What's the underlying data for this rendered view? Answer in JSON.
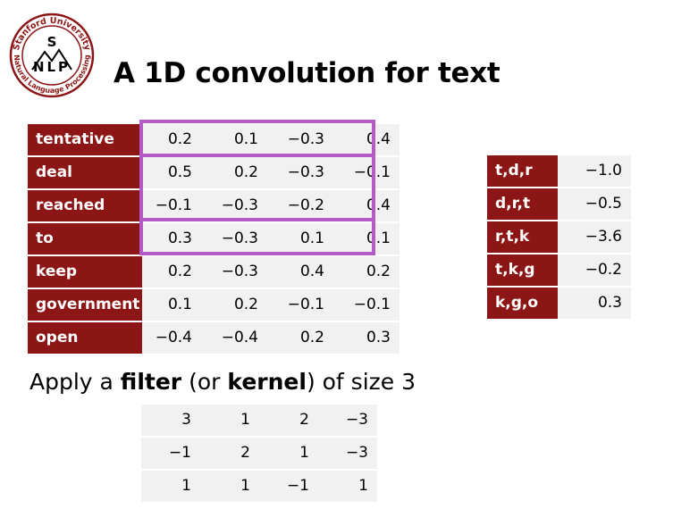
{
  "title": "A 1D convolution for text",
  "logo": {
    "arc_text": "Stanford University",
    "letter": "S",
    "mark": "NLP",
    "ring_text": "Natural Language Processing"
  },
  "embeddings": [
    {
      "word": "tentative",
      "values": [
        "0.2",
        "0.1",
        "−0.3",
        "0.4"
      ]
    },
    {
      "word": "deal",
      "values": [
        "0.5",
        "0.2",
        "−0.3",
        "−0.1"
      ]
    },
    {
      "word": "reached",
      "values": [
        "−0.1",
        "−0.3",
        "−0.2",
        "0.4"
      ]
    },
    {
      "word": "to",
      "values": [
        "0.3",
        "−0.3",
        "0.1",
        "0.1"
      ]
    },
    {
      "word": "keep",
      "values": [
        "0.2",
        "−0.3",
        "0.4",
        "0.2"
      ]
    },
    {
      "word": "government",
      "values": [
        "0.1",
        "0.2",
        "−0.1",
        "−0.1"
      ]
    },
    {
      "word": "open",
      "values": [
        "−0.4",
        "−0.4",
        "0.2",
        "0.3"
      ]
    }
  ],
  "caption": {
    "before": "Apply a ",
    "filter": "filter",
    "middle": " (or ",
    "kernel": "kernel",
    "after": ") of size 3"
  },
  "filter": [
    [
      "3",
      "1",
      "2",
      "−3"
    ],
    [
      "−1",
      "2",
      "1",
      "−3"
    ],
    [
      "1",
      "1",
      "−1",
      "1"
    ]
  ],
  "results": [
    {
      "label": "t,d,r",
      "value": "−1.0"
    },
    {
      "label": "d,r,t",
      "value": "−0.5"
    },
    {
      "label": "r,t,k",
      "value": "−3.6"
    },
    {
      "label": "t,k,g",
      "value": "−0.2"
    },
    {
      "label": "k,g,o",
      "value": "0.3"
    }
  ],
  "colors": {
    "cardinal": "#8c1515",
    "highlight": "#b55bc7",
    "cell": "#f1f1f1"
  }
}
